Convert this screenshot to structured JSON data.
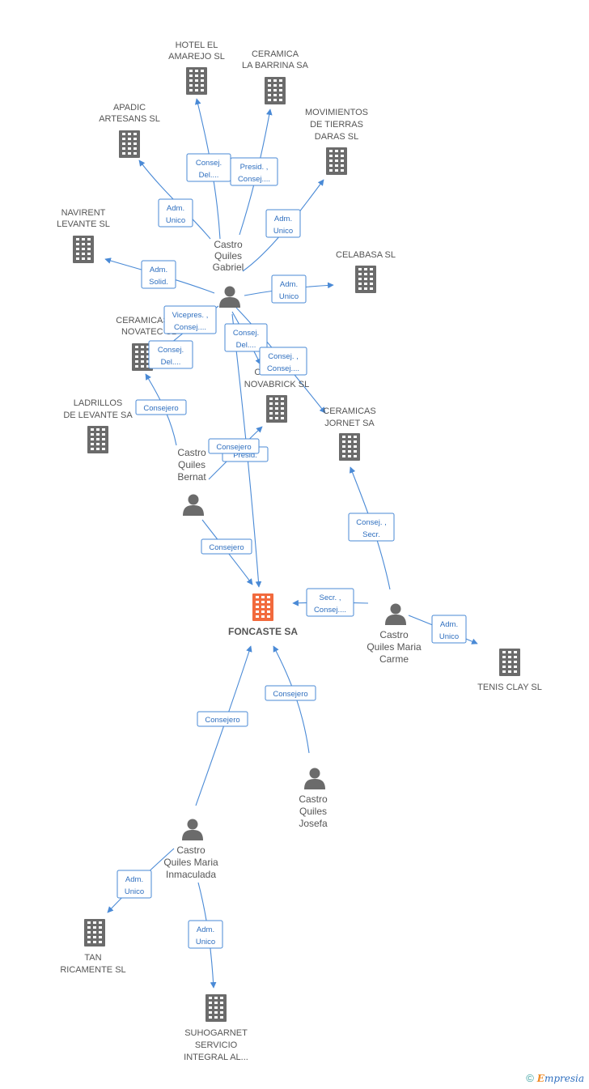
{
  "focus": {
    "label": "FONCASTE SA",
    "color": "#f26a3d"
  },
  "companies": [
    {
      "id": "hotel",
      "lines": [
        "HOTEL EL",
        "AMAREJO SL"
      ]
    },
    {
      "id": "barrina",
      "lines": [
        "CERAMICA",
        "LA BARRINA SA"
      ]
    },
    {
      "id": "apadic",
      "lines": [
        "APADIC",
        "ARTESANS SL"
      ]
    },
    {
      "id": "movimientos",
      "lines": [
        "MOVIMIENTOS",
        "DE TIERRAS",
        "DARAS SL"
      ]
    },
    {
      "id": "navirent",
      "lines": [
        "NAVIRENT",
        "LEVANTE SL"
      ]
    },
    {
      "id": "celabasa",
      "lines": [
        "CELABASA  SL"
      ]
    },
    {
      "id": "novatec",
      "lines": [
        "CERAMICAS",
        "NOVATEC SL"
      ]
    },
    {
      "id": "novabrick",
      "lines": [
        "CE",
        "NOVABRICK SL"
      ]
    },
    {
      "id": "ladrillos",
      "lines": [
        "LADRILLOS",
        "DE LEVANTE SA"
      ]
    },
    {
      "id": "jornet",
      "lines": [
        "CERAMICAS",
        "JORNET SA"
      ]
    },
    {
      "id": "tenis",
      "lines": [
        "TENIS CLAY  SL"
      ]
    },
    {
      "id": "tan",
      "lines": [
        "TAN",
        "RICAMENTE SL"
      ]
    },
    {
      "id": "suhogarnet",
      "lines": [
        "SUHOGARNET",
        "SERVICIO",
        "INTEGRAL AL..."
      ]
    }
  ],
  "persons": [
    {
      "id": "gabriel",
      "lines": [
        "Castro",
        "Quiles",
        "Gabriel"
      ]
    },
    {
      "id": "bernat",
      "lines": [
        "Castro",
        "Quiles",
        "Bernat"
      ]
    },
    {
      "id": "carme",
      "lines": [
        "Castro",
        "Quiles Maria",
        "Carme"
      ]
    },
    {
      "id": "josefa",
      "lines": [
        "Castro",
        "Quiles",
        "Josefa"
      ]
    },
    {
      "id": "inmaculada",
      "lines": [
        "Castro",
        "Quiles Maria",
        "Inmaculada"
      ]
    }
  ],
  "relations": [
    {
      "id": "r1",
      "lines": [
        "Consej.",
        "Del...."
      ]
    },
    {
      "id": "r2",
      "lines": [
        "Presid. ,",
        "Consej...."
      ]
    },
    {
      "id": "r3",
      "lines": [
        "Adm.",
        "Unico"
      ]
    },
    {
      "id": "r4",
      "lines": [
        "Adm.",
        "Unico"
      ]
    },
    {
      "id": "r5",
      "lines": [
        "Adm.",
        "Solid."
      ]
    },
    {
      "id": "r6",
      "lines": [
        "Adm.",
        "Unico"
      ]
    },
    {
      "id": "r7",
      "lines": [
        "Vicepres. ,",
        "Consej...."
      ]
    },
    {
      "id": "r8",
      "lines": [
        "Consej.",
        "Del...."
      ]
    },
    {
      "id": "r9",
      "lines": [
        "Consej.",
        "Del...."
      ]
    },
    {
      "id": "r10",
      "lines": [
        "Consej. ,",
        "Consej...."
      ]
    },
    {
      "id": "r11",
      "lines": [
        "Consejero"
      ]
    },
    {
      "id": "r12",
      "lines": [
        "Presid."
      ]
    },
    {
      "id": "r13",
      "lines": [
        "Consejero"
      ]
    },
    {
      "id": "r14",
      "lines": [
        "Consejero"
      ]
    },
    {
      "id": "r15",
      "lines": [
        "Consej. ,",
        "Secr."
      ]
    },
    {
      "id": "r16",
      "lines": [
        "Secr. ,",
        "Consej...."
      ]
    },
    {
      "id": "r17",
      "lines": [
        "Adm.",
        "Unico"
      ]
    },
    {
      "id": "r18",
      "lines": [
        "Consejero"
      ]
    },
    {
      "id": "r19",
      "lines": [
        "Consejero"
      ]
    },
    {
      "id": "r20",
      "lines": [
        "Adm.",
        "Unico"
      ]
    },
    {
      "id": "r21",
      "lines": [
        "Adm.",
        "Unico"
      ]
    }
  ],
  "footer": {
    "copyright": "©",
    "brand_initial": "E",
    "brand_rest": "mpresia"
  }
}
